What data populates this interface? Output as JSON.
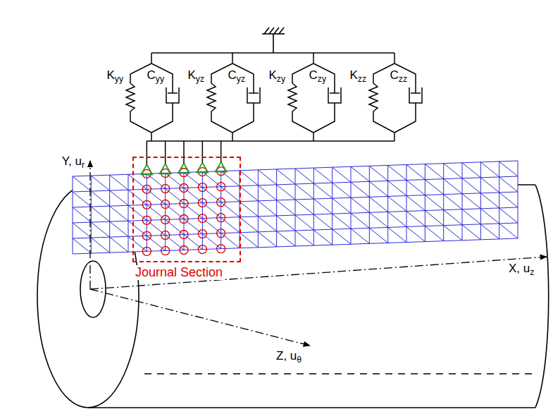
{
  "diagram": {
    "nodes": [
      {
        "text": [
          "Journal Section"
        ]
      }
    ],
    "labels": [
      "Kyy",
      "Cyy",
      "Kyz",
      "Cyz",
      "Kzy",
      "Czy",
      "Kzz",
      "Czz",
      "Y, ur",
      "X, uz",
      "Z, uθ"
    ]
  }
}
